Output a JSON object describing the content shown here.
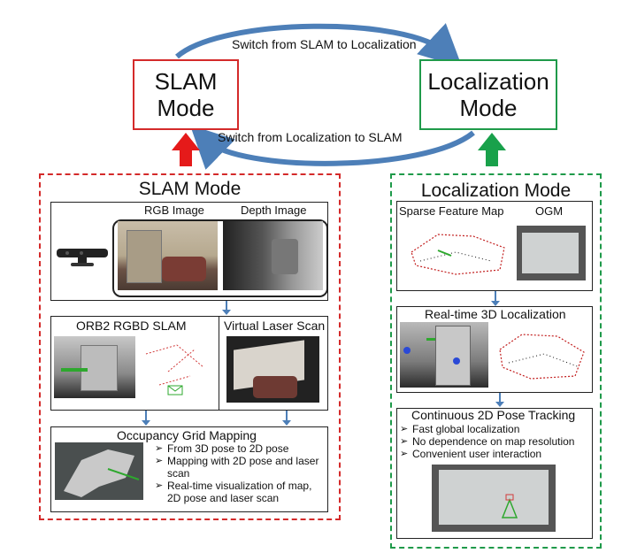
{
  "top": {
    "slam_mode_box": [
      "SLAM",
      "Mode"
    ],
    "localization_mode_box": [
      "Localization",
      "Mode"
    ],
    "switch_to_localization": "Switch from SLAM to Localization",
    "switch_to_slam": "Switch from Localization to SLAM"
  },
  "slam_panel": {
    "title": "SLAM Mode",
    "rgb_label": "RGB Image",
    "depth_label": "Depth Image",
    "orb_label": "ORB2 RGBD SLAM",
    "laser_label": "Virtual Laser Scan",
    "ogm_title": "Occupancy Grid Mapping",
    "ogm_bullets": [
      "From 3D pose to 2D pose",
      "Mapping with 2D pose and laser scan",
      "Real-time visualization of map, 2D pose and laser scan"
    ]
  },
  "loc_panel": {
    "title": "Localization Mode",
    "sparse_label": "Sparse Feature Map",
    "ogm_label": "OGM",
    "realtime_label": "Real-time 3D Localization",
    "tracking_title": "Continuous 2D Pose Tracking",
    "tracking_bullets": [
      "Fast global localization",
      "No dependence on map resolution",
      "Convenient user interaction"
    ]
  },
  "colors": {
    "slam_red": "#d42a2a",
    "loc_green": "#1f9a4a",
    "arrow_blue": "#4d7fb8",
    "arrow_red": "#e51a1a",
    "arrow_green": "#19a14b"
  }
}
